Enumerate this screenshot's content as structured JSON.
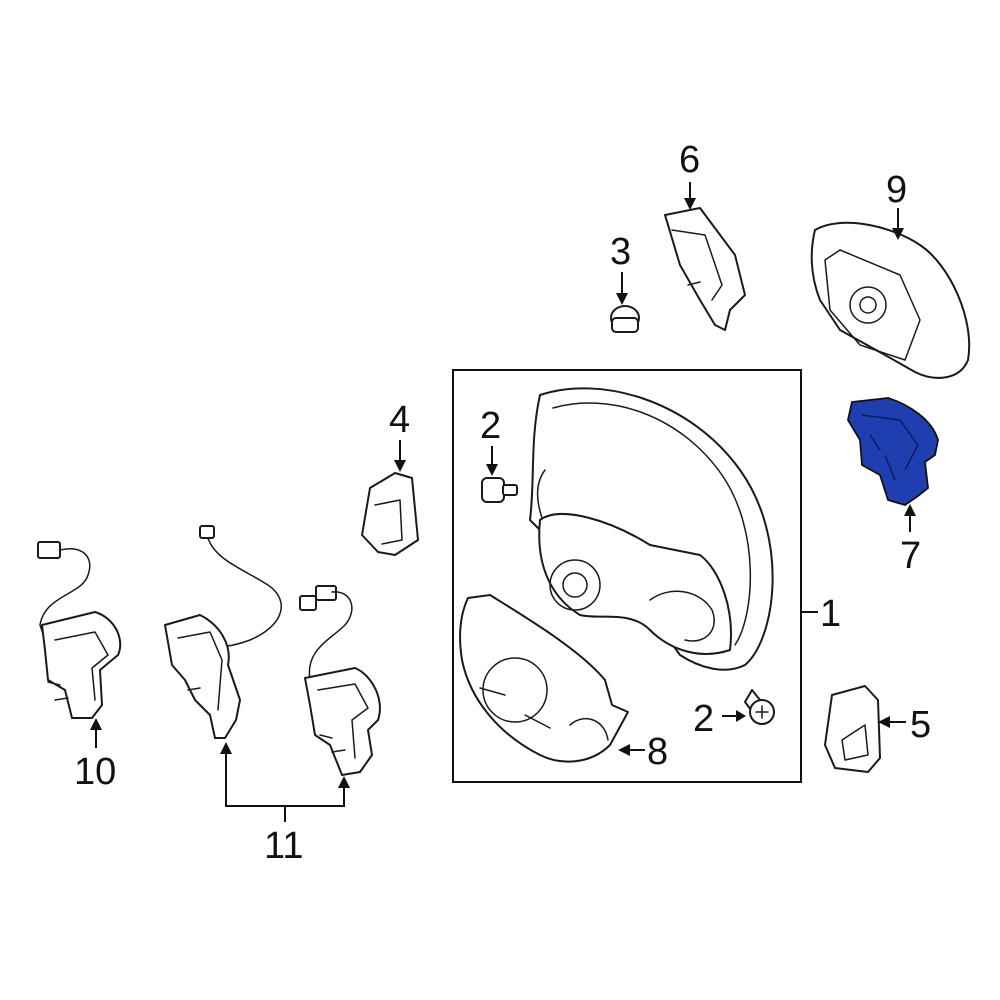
{
  "diagram": {
    "highlight_color": "#1f3fb0",
    "line_color": "#1a1a1a",
    "background": "#ffffff",
    "callouts": {
      "c1": "1",
      "c2a": "2",
      "c2b": "2",
      "c3": "3",
      "c4": "4",
      "c5": "5",
      "c6": "6",
      "c7": "7",
      "c8": "8",
      "c9": "9",
      "c10": "10",
      "c11": "11"
    },
    "highlighted_part": "7"
  }
}
